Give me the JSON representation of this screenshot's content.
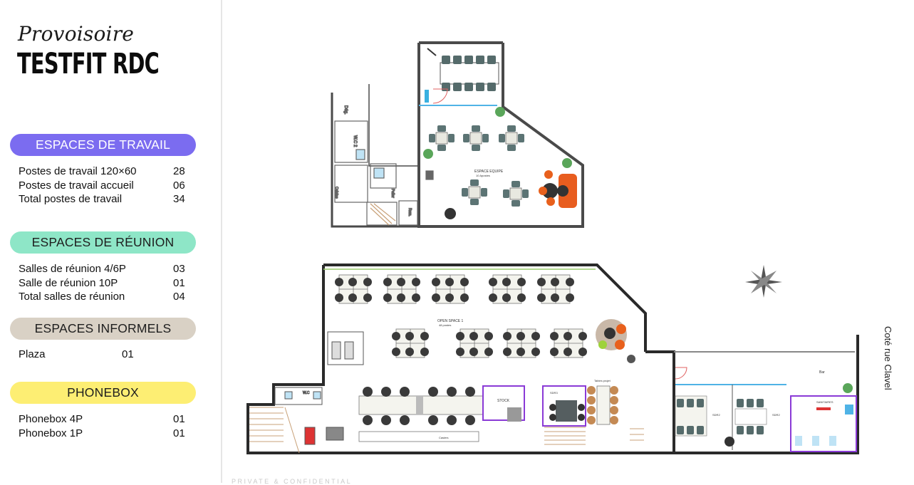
{
  "header": {
    "subtitle": "Provoisoire",
    "title": "TESTFIT RDC"
  },
  "sections": {
    "travail": {
      "label": "ESPACES DE TRAVAIL",
      "color": "#7b6cf0",
      "rows": [
        {
          "label": "Postes de travail 120×60",
          "value": "28"
        },
        {
          "label": "Postes de travail accueil",
          "value": "06"
        },
        {
          "label": "Total postes de travail",
          "value": "34"
        }
      ]
    },
    "reunion": {
      "label": "ESPACES DE RÉUNION",
      "color": "#8ee6c7",
      "rows": [
        {
          "label": "Salles de réunion 4/6P",
          "value": "03"
        },
        {
          "label": "Salle de réunion 10P",
          "value": "01"
        },
        {
          "label": "Total salles de réunion",
          "value": "04"
        }
      ]
    },
    "informel": {
      "label": "ESPACES INFORMELS",
      "color": "#d9d1c5",
      "rows": [
        {
          "label": "Plaza",
          "value": "01"
        }
      ]
    },
    "phonebox": {
      "label": "PHONEBOX",
      "color": "#fdee73",
      "rows": [
        {
          "label": "Phonebox 4P",
          "value": "01"
        },
        {
          "label": "Phonebox 1P",
          "value": "01"
        }
      ]
    }
  },
  "plan": {
    "street_label": "Coté rue Clavel",
    "room_labels": {
      "espace_equipe": "ESPACE EQUIPE",
      "espace_equipe_sub": "10 Apostes",
      "open_space": "OPEN SPACE 1",
      "open_space_sub": "48 postes",
      "wc": "W.C",
      "wc2": "W.C 2",
      "stock": "STOCK",
      "sanitaires": "SANITAIRES",
      "table_projet": "Tables projet",
      "bar": "Bar",
      "sdr2": "SDR2",
      "sdr3": "SDR3",
      "casiers": "Casiers"
    },
    "icons": [
      "compass-rose-icon",
      "plant-icon",
      "staircase-icon"
    ]
  },
  "footer": {
    "confidential": "PRIVATE & CONFIDENTIAL"
  }
}
